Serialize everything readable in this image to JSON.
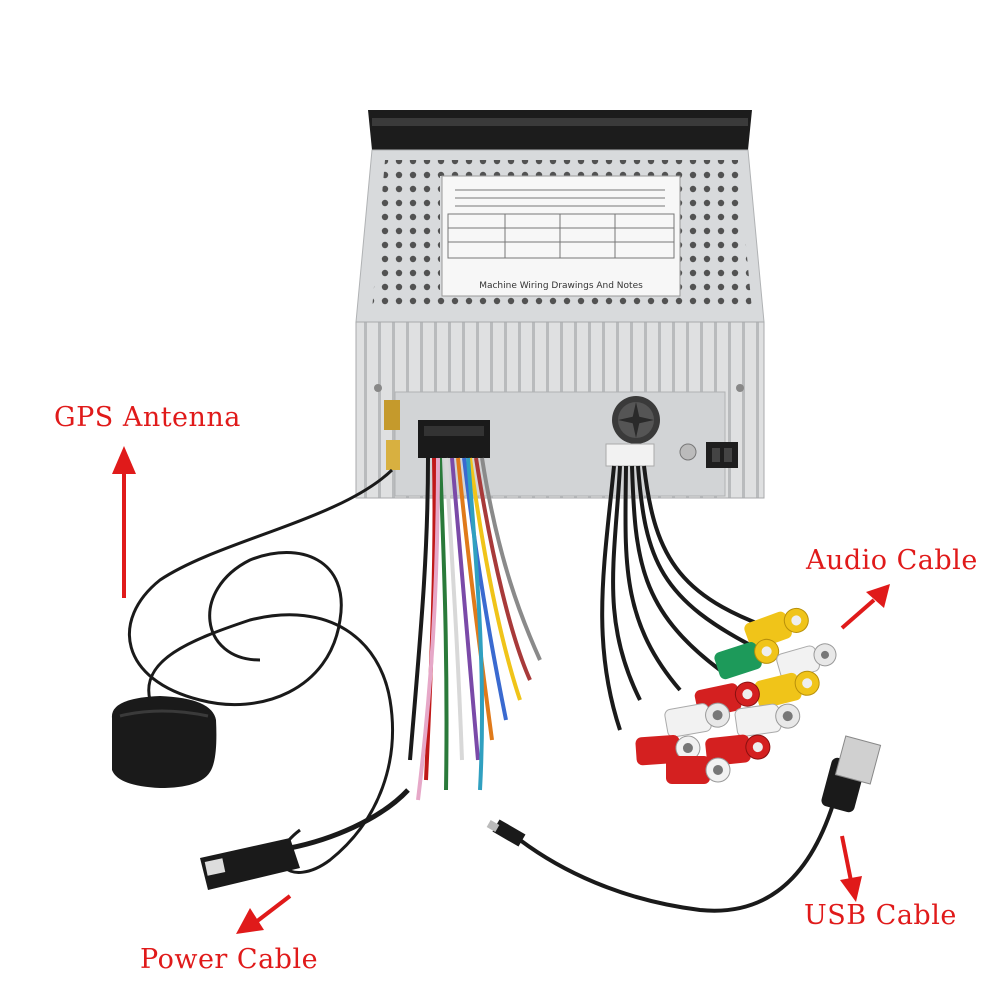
{
  "labels": {
    "gps": "GPS Antenna",
    "audio": "Audio Cable",
    "usb": "USB Cable",
    "power": "Power Cable"
  },
  "sticker": {
    "title": "Machine Wiring Drawings And Notes"
  },
  "colors": {
    "label": "#e01a1a",
    "arrow": "#e01a1a",
    "chassis": "#d8dadc",
    "bezel": "#1c1c1c",
    "cable": "#1a1a1a",
    "rca_red": "#d42020",
    "rca_white": "#f2f2f2",
    "rca_yellow": "#f0c419",
    "rca_green": "#1d9a5a"
  }
}
